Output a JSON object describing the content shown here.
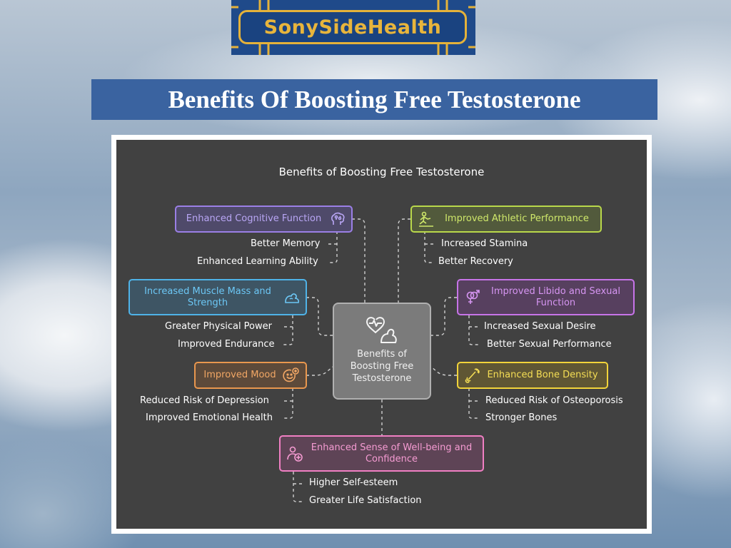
{
  "logo": {
    "text": "SonySideHealth"
  },
  "banner": {
    "title": "Benefits Of Boosting Free Testosterone"
  },
  "diagram": {
    "title": "Benefits of Boosting Free Testosterone",
    "center": {
      "label": "Benefits of Boosting Free Testosterone",
      "icon": "heart-muscle-icon"
    },
    "nodes": {
      "cognitive": {
        "label": "Enhanced Cognitive Function",
        "color": "#9b7fe6",
        "icon": "brain-icon",
        "items": [
          "Better Memory",
          "Enhanced Learning Ability"
        ]
      },
      "muscle": {
        "label": "Increased Muscle Mass and Strength",
        "color": "#4fb3e8",
        "icon": "flexed-arm-icon",
        "items": [
          "Greater Physical Power",
          "Improved Endurance"
        ]
      },
      "mood": {
        "label": "Improved Mood",
        "color": "#e9974e",
        "icon": "smile-plus-icon",
        "items": [
          "Reduced Risk of Depression",
          "Improved Emotional Health"
        ]
      },
      "wellbeing": {
        "label": "Enhanced Sense of Well-being and Confidence",
        "color": "#f07fc3",
        "icon": "person-plus-icon",
        "items": [
          "Higher Self-esteem",
          "Greater Life Satisfaction"
        ]
      },
      "athletic": {
        "label": "Improved Athletic Performance",
        "color": "#b9d84a",
        "icon": "runner-icon",
        "items": [
          "Increased Stamina",
          "Better Recovery"
        ]
      },
      "libido": {
        "label": "Improved Libido and Sexual Function",
        "color": "#c774e8",
        "icon": "gender-symbols-icon",
        "items": [
          "Increased Sexual Desire",
          "Better Sexual Performance"
        ]
      },
      "bone": {
        "label": "Enhanced Bone Density",
        "color": "#f2d43a",
        "icon": "bone-icon",
        "items": [
          "Reduced Risk of Osteoporosis",
          "Stronger Bones"
        ]
      }
    }
  }
}
